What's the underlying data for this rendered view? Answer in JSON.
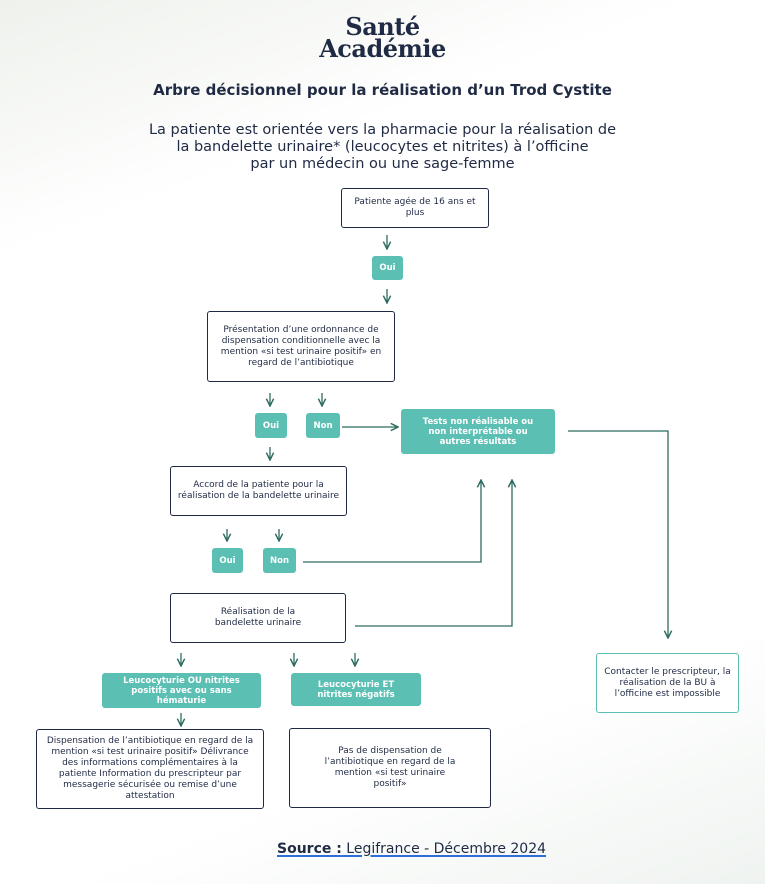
{
  "logo": {
    "line1": "Santé",
    "line2": "Académie"
  },
  "title": "Arbre décisionnel pour la réalisation d’un Trod Cystite",
  "subtitle": {
    "line1": "La patiente est orientée vers la pharmacie pour la réalisation de",
    "line2": "la bandelette urinaire* (leucocytes et nitrites) à l’officine",
    "line3": "par un médecin ou une sage-femme"
  },
  "nodes": {
    "age": "Patiente agée de 16 ans et plus",
    "oui_1": "Oui",
    "ordonnance": "Présentation d’une ordonnance de dispensation conditionnelle avec la mention «si test urinaire positif» en regard de l’antibiotique",
    "oui_2": "Oui",
    "non_1": "Non",
    "tests_non_realisable": "Tests non réalisable ou non interprétable ou autres résultats",
    "accord": "Accord de la patiente pour la réalisation de la bandelette urinaire",
    "oui_3": "Oui",
    "non_2": "Non",
    "realisation": "Réalisation de la bandelette urinaire",
    "positifs": "Leucocyturie OU nitrites positifs avec ou sans hématurie",
    "negatifs": "Leucocyturie ET nitrites négatifs",
    "contacter": "Contacter le prescripteur, la réalisation de la BU à l’officine est impossible",
    "dispensation": "Dispensation de l’antibiotique en regard de la mention «si test urinaire positif» Délivrance des informations complémentaires à la patiente Information du prescripteur par messagerie sécurisée ou remise d’une attestation",
    "pas_dispensation": "Pas de dispensation de l’antibiotique en regard de la mention «si test urinaire positif»"
  },
  "source": {
    "label": "Source :",
    "text": " Legifrance - Décembre 2024"
  },
  "colors": {
    "navy": "#1f2a44",
    "teal": "#5bbfb3",
    "arrow": "#2e6b60",
    "link": "#2d6fd6"
  }
}
